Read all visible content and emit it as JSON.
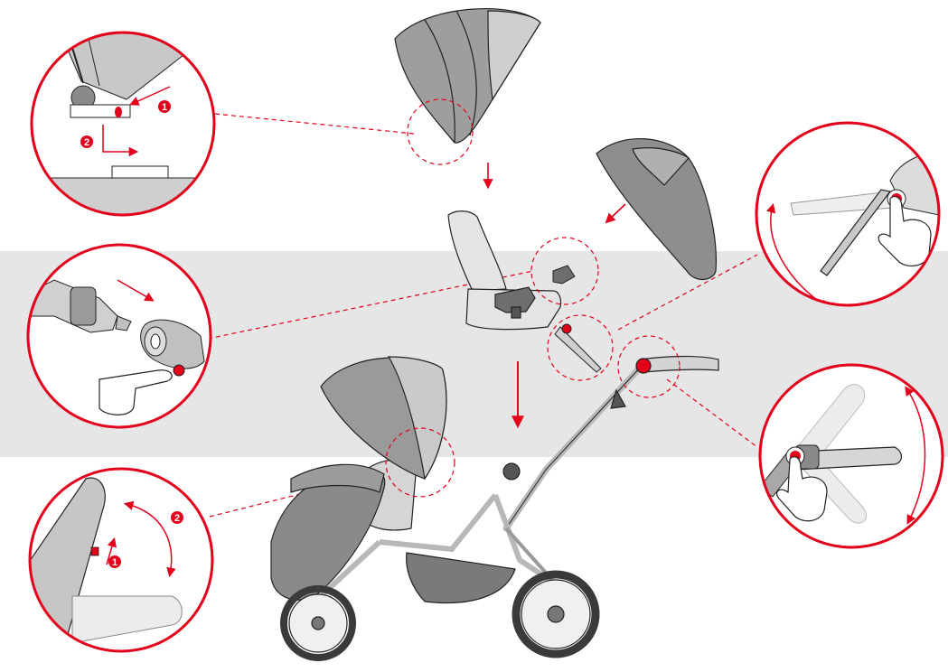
{
  "colors": {
    "accent": "#e3001b",
    "band": "#e6e6e6",
    "fabric_dark": "#8e8e8e",
    "fabric_mid": "#a5a5a5",
    "fabric_light": "#c8c8c8",
    "frame": "#bdbdbd",
    "outline": "#222222",
    "tyre": "#3a3a3a"
  },
  "steps": {
    "hood_lock": {
      "step1": "1",
      "step2": "2"
    },
    "hood_tilt": {
      "step1": "1",
      "step2": "2"
    }
  },
  "icons": [
    "hood-detail-callout",
    "adapter-detail-callout",
    "hood-tilt-callout",
    "footrest-adjust-callout",
    "handlebar-adjust-callout",
    "hand-icon",
    "rotation-arrow-icon",
    "direction-arrow-icon"
  ]
}
